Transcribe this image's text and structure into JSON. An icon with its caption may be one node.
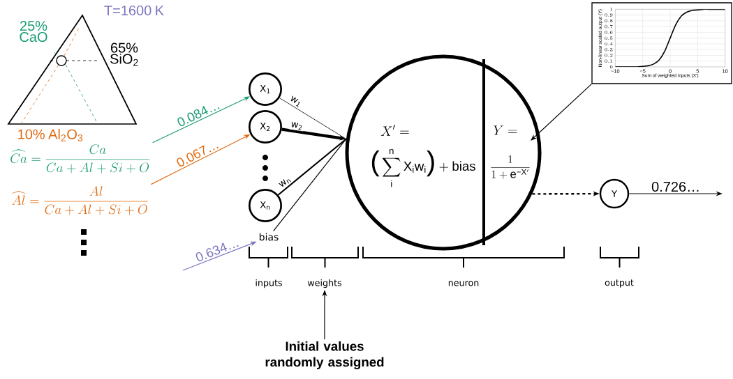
{
  "diagram": {
    "nodes": [
      {
        "text": [
          "\\widehat{Ca} = \\frac{Ca}{Ca + Al + Si + O}"
        ]
      },
      {
        "text": [
          "\\widehat{Al} = \\frac{Al}{Ca + Al + Si + O}"
        ]
      },
      {
        "text": [
          "X$_{1}$"
        ]
      },
      {
        "text": [
          "X$_{2}$"
        ]
      },
      {
        "text": [
          "X$_{n}$"
        ]
      },
      {
        "text": [
          "bias"
        ]
      },
      {
        "text": [
          "X' =",
          "\\text{\\fontsize{30}{30}\\selectfont(}\\sum_{\\mathrm{i}}^{\\mathrm{n}} \\mathrm{X_i w_i}\\text{\\fontsize{30}{30}\\selectfont)} + \\mathrm{bias}",
          "Y =",
          "\\frac{1}{1 + \\mathrm{e}^{\\text{−}\\mathrm{X}'}}"
        ]
      },
      {
        "text": [
          "Y"
        ]
      },
      {
        "text": [],
        "shape": "picture"
      },
      {
        "text": [
          "weights"
        ]
      },
      {
        "text": [
          "Initial values randomly assigned"
        ]
      }
    ],
    "edges": [
      {
        "from": 0,
        "to": 2,
        "arrow": "to",
        "label": "0.084…",
        "color": "#1a9c74"
      },
      {
        "from": 1,
        "to": 3,
        "arrow": "to",
        "label": "0.067…",
        "color": "#e06a10"
      },
      {
        "from": null,
        "to": 5,
        "arrow": "to",
        "label": "0.634…",
        "color": "#7b76c0"
      },
      {
        "from": 2,
        "to": 6,
        "arrow": "none",
        "label": "w$_{1}$"
      },
      {
        "from": 3,
        "to": 6,
        "arrow": "to",
        "label": "w$_{2}$",
        "style": "thick"
      },
      {
        "from": 4,
        "to": 6,
        "arrow": "none",
        "label": "w$_{n}$"
      },
      {
        "from": 5,
        "to": 6,
        "arrow": "none"
      },
      {
        "from": 6,
        "to": 7,
        "arrow": "to",
        "style": "dashed"
      },
      {
        "from": 7,
        "to": null,
        "arrow": "to",
        "label": "0.726…"
      },
      {
        "from": 8,
        "to": 6,
        "arrow": "to"
      },
      {
        "from": 10,
        "to": 9,
        "arrow": "to"
      }
    ],
    "labels": [
      "T=1600 K",
      "25% CaO",
      "65% SiO$_{2}$",
      "10% Al$_{2}$O$_{3}$",
      "inputs",
      "neuron",
      "output"
    ],
    "chart_data": {
      "type": "line",
      "xlabel": "Sum of weighted inputs (X')",
      "ylabel": "Non-linear scaled output (Y)",
      "x": [
        -10,
        -9,
        -8,
        -7,
        -6,
        -5,
        -4,
        -3,
        -2,
        -1,
        0,
        1,
        2,
        3,
        4,
        5,
        6,
        7,
        8,
        9,
        10
      ],
      "series": [
        {
          "color": "#000000",
          "values": [
            0.0,
            0.0,
            0.0,
            0.0,
            0.0,
            0.01,
            0.02,
            0.05,
            0.12,
            0.27,
            0.5,
            0.73,
            0.88,
            0.95,
            0.98,
            0.99,
            1.0,
            1.0,
            1.0,
            1.0,
            1.0
          ]
        }
      ],
      "xlim": [
        -10,
        10
      ],
      "ylim": [
        0,
        1
      ],
      "grid": true,
      "xticks": [
        -10,
        -5,
        0,
        5,
        10
      ],
      "yticks": [
        0,
        0.1,
        0.2,
        0.3,
        0.4,
        0.5,
        0.6,
        0.7,
        0.8,
        0.9,
        1
      ]
    }
  }
}
